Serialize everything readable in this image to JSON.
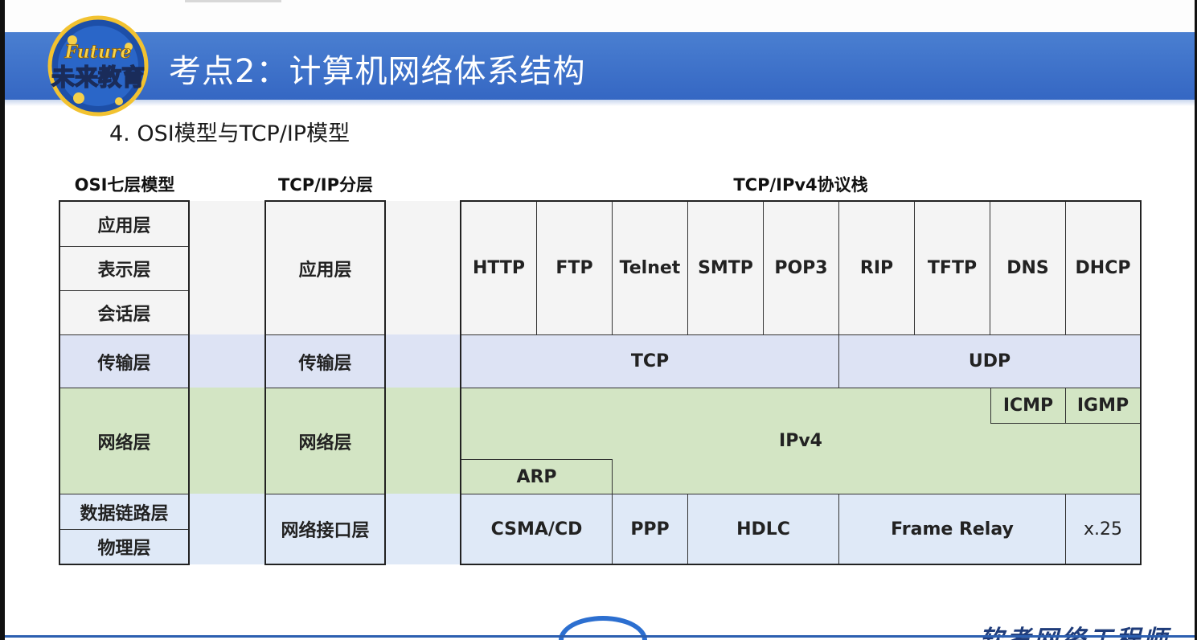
{
  "logo": {
    "top_text": "Future",
    "main_text": "未来教育"
  },
  "title": "考点2：计算机网络体系结构",
  "subtitle": "4. OSI模型与TCP/IP模型",
  "headers": {
    "osi": "OSI七层模型",
    "tcpip": "TCP/IP分层",
    "stack": "TCP/IPv4协议栈"
  },
  "osi_layers": [
    "应用层",
    "表示层",
    "会话层",
    "传输层",
    "网络层",
    "数据链路层",
    "物理层"
  ],
  "tcpip_layers": [
    "应用层",
    "传输层",
    "网络层",
    "网络接口层"
  ],
  "app_protocols": [
    "HTTP",
    "FTP",
    "Telnet",
    "SMTP",
    "POP3",
    "RIP",
    "TFTP",
    "DNS",
    "DHCP"
  ],
  "transport_protocols": [
    "TCP",
    "UDP"
  ],
  "network_protocols": {
    "main": "IPv4",
    "arp": "ARP",
    "icmp": "ICMP",
    "igmp": "IGMP"
  },
  "link_protocols": [
    "CSMA/CD",
    "PPP",
    "HDLC",
    "Frame Relay",
    "x.25"
  ],
  "footer": {
    "brand": "软考网络工程师"
  },
  "colors": {
    "banner": "#3a6cc6",
    "transport_band": "#dde3f4",
    "network_band": "#d3e5c4",
    "link_band": "#dfe9f7"
  }
}
